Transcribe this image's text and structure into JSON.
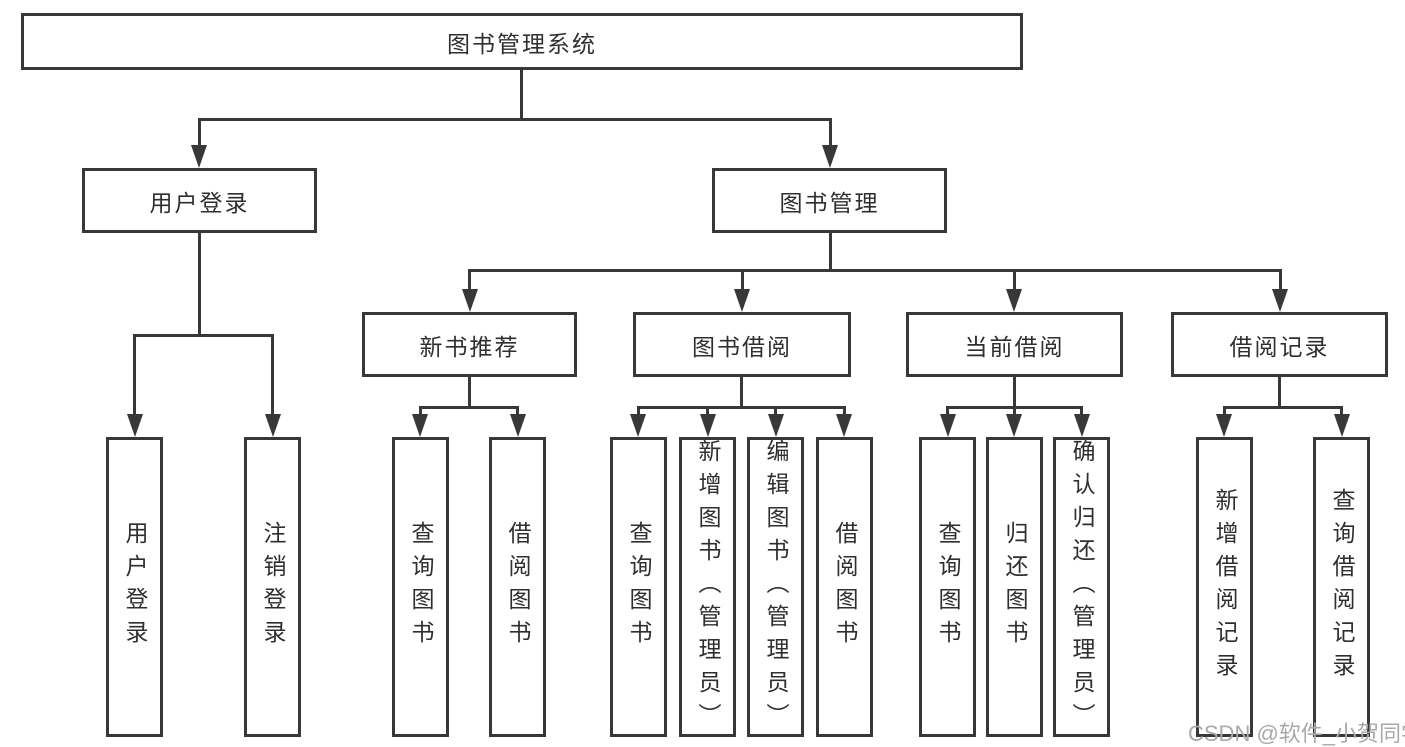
{
  "diagram": {
    "title_node": {
      "label": "图书管理系统"
    },
    "level2": [
      {
        "label": "用户登录"
      },
      {
        "label": "图书管理"
      }
    ],
    "level3": [
      {
        "label": "新书推荐"
      },
      {
        "label": "图书借阅"
      },
      {
        "label": "当前借阅"
      },
      {
        "label": "借阅记录"
      }
    ],
    "leaves": [
      {
        "label": "用户登录"
      },
      {
        "label": "注销登录"
      },
      {
        "label": "查询图书"
      },
      {
        "label": "借阅图书"
      },
      {
        "label": "查询图书"
      },
      {
        "label": "新增图书（管理员）"
      },
      {
        "label": "编辑图书（管理员）"
      },
      {
        "label": "借阅图书"
      },
      {
        "label": "查询图书"
      },
      {
        "label": "归还图书"
      },
      {
        "label": "确认归还（管理员）"
      },
      {
        "label": "新增借阅记录"
      },
      {
        "label": "查询借阅记录"
      }
    ]
  },
  "watermark": {
    "text": "CSDN @软件_小贺同学"
  },
  "colors": {
    "line": "#383838",
    "text": "#2f2f2f",
    "watermark": "#a9a9a9",
    "background": "#ffffff"
  }
}
